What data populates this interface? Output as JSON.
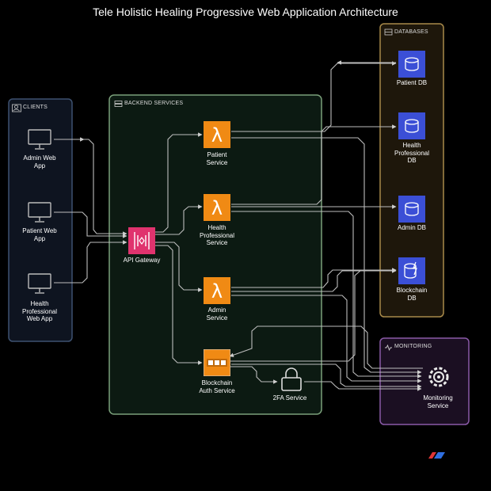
{
  "diagram": {
    "title": "Tele Holistic Healing Progressive Web Application Architecture",
    "groups": {
      "clients": "CLIENTS",
      "backend": "BACKEND SERVICES",
      "databases": "DATABASES",
      "monitoring": "MONITORING"
    },
    "nodes": {
      "admin_web_app": "Admin Web\nApp",
      "patient_web_app": "Patient Web\nApp",
      "hp_web_app": "Health\nProfessional\nWeb App",
      "api_gateway": "API Gateway",
      "patient_service": "Patient\nService",
      "hp_service": "Health\nProfessional\nService",
      "admin_service": "Admin\nService",
      "blockchain_auth": "Blockchain\nAuth Service",
      "twofa": "2FA Service",
      "patient_db": "Patient DB",
      "hp_db": "Health\nProfessional\nDB",
      "admin_db": "Admin DB",
      "blockchain_db": "Blockchain\nDB",
      "monitoring_service": "Monitoring\nService"
    },
    "colors": {
      "background": "#000000",
      "clients_border": "#3d5170",
      "backend_border": "#7aa07a",
      "databases_border": "#a88a4a",
      "monitoring_border": "#8a5aa8",
      "lambda": "#f08a14",
      "gateway": "#e0336e",
      "database": "#3b4fd6",
      "edge": "#cccccc"
    }
  }
}
